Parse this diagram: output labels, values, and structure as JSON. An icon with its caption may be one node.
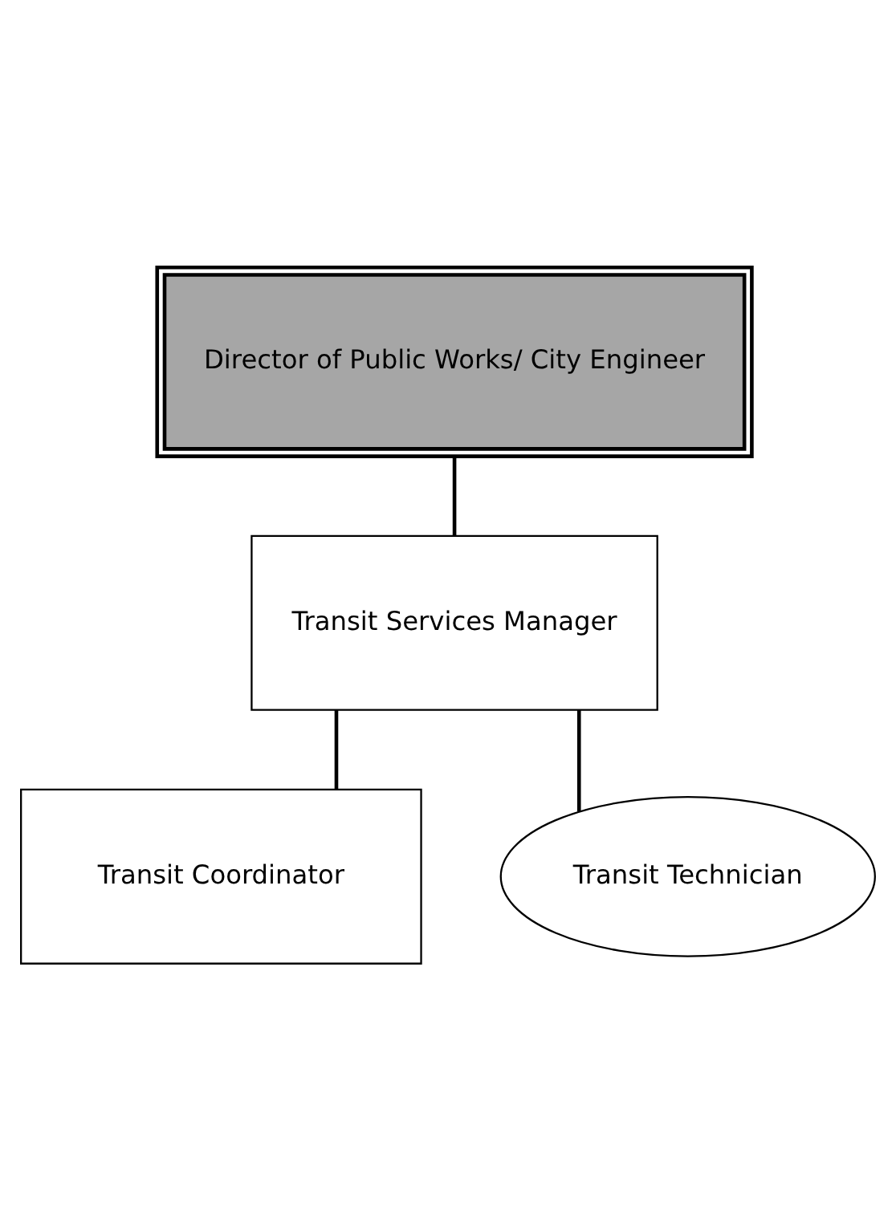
{
  "diagram": {
    "nodes": [
      {
        "text": [
          "Director of Public Works/ City Engineer"
        ]
      },
      {
        "text": [
          "Transit Services Manager"
        ]
      },
      {
        "text": [
          "Transit Coordinator"
        ]
      },
      {
        "text": [
          "Transit Technician"
        ]
      }
    ],
    "edges": [
      {
        "from": 0,
        "to": 1,
        "arrow": "none"
      },
      {
        "from": 1,
        "to": 2,
        "arrow": "none"
      },
      {
        "from": 1,
        "to": 3,
        "arrow": "none"
      }
    ]
  }
}
